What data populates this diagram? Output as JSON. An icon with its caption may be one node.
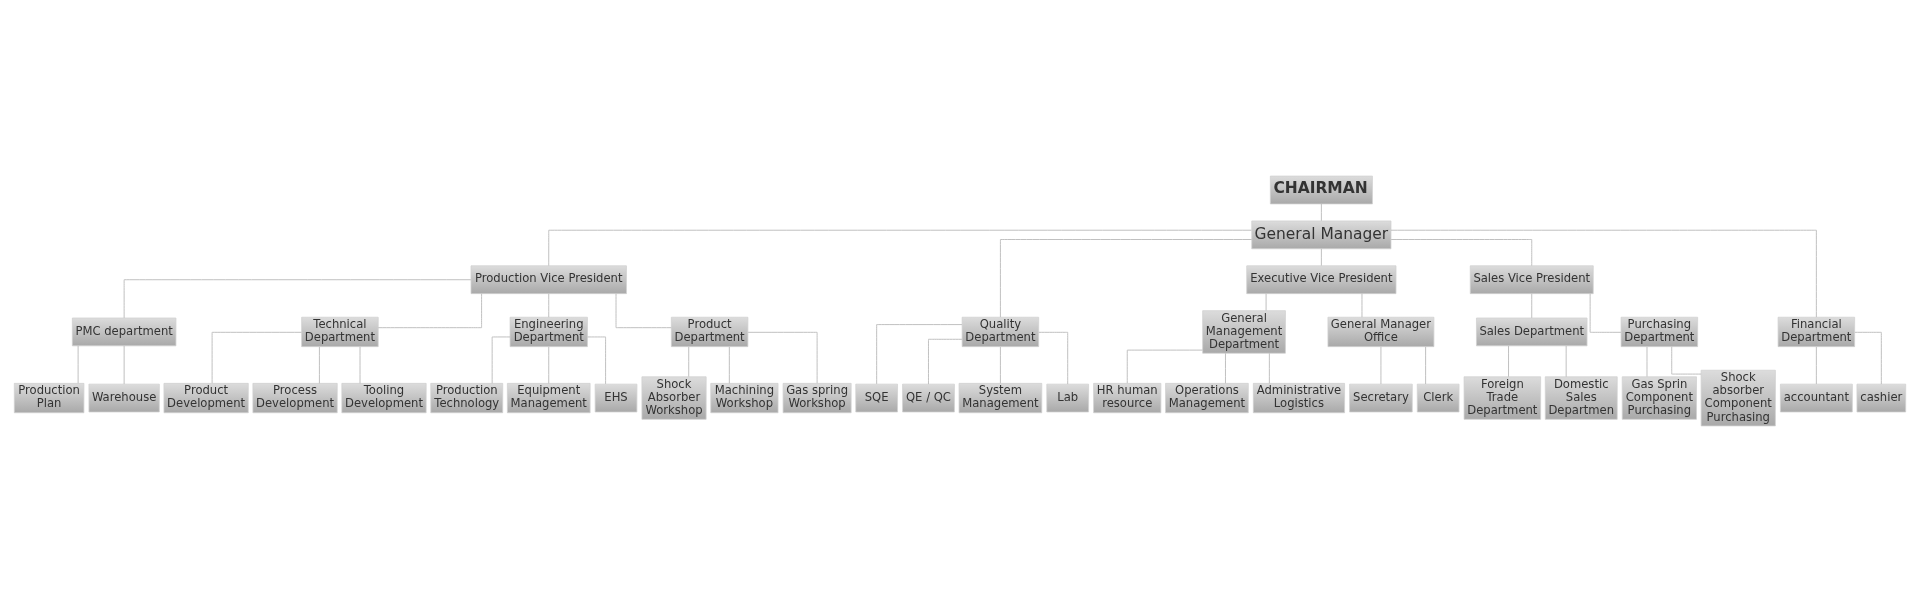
{
  "diagram": {
    "nodes": [
      {
        "text": [
          "CHAIRMAN"
        ]
      },
      {
        "text": [
          "General Manager"
        ]
      },
      {
        "text": [
          "Production Vice President"
        ]
      },
      {
        "text": [
          "Executive Vice President"
        ]
      },
      {
        "text": [
          "Sales Vice President"
        ]
      },
      {
        "text": [
          "PMC department"
        ]
      },
      {
        "text": [
          "Technical Department"
        ]
      },
      {
        "text": [
          "Engineering Department"
        ]
      },
      {
        "text": [
          "Product Department"
        ]
      },
      {
        "text": [
          "Quality Department"
        ]
      },
      {
        "text": [
          "General Management Department"
        ]
      },
      {
        "text": [
          "General Manager Office"
        ]
      },
      {
        "text": [
          "Sales Department"
        ]
      },
      {
        "text": [
          "Purchasing Department"
        ]
      },
      {
        "text": [
          "Financial Department"
        ]
      },
      {
        "text": [
          "Production Plan"
        ]
      },
      {
        "text": [
          "Warehouse"
        ]
      },
      {
        "text": [
          "Product Development"
        ]
      },
      {
        "text": [
          "Process Development"
        ]
      },
      {
        "text": [
          "Tooling Development"
        ]
      },
      {
        "text": [
          "Production Technology"
        ]
      },
      {
        "text": [
          "Equipment Management"
        ]
      },
      {
        "text": [
          "EHS"
        ]
      },
      {
        "text": [
          "Shock Absorber Workshop"
        ]
      },
      {
        "text": [
          "Machining Workshop"
        ]
      },
      {
        "text": [
          "Gas spring Workshop"
        ]
      },
      {
        "text": [
          "SQE"
        ]
      },
      {
        "text": [
          "QE / QC"
        ]
      },
      {
        "text": [
          "System Management"
        ]
      },
      {
        "text": [
          "Lab"
        ]
      },
      {
        "text": [
          "HR human resource"
        ]
      },
      {
        "text": [
          "Operations Management"
        ]
      },
      {
        "text": [
          "Administrative Logistics"
        ]
      },
      {
        "text": [
          "Secretary"
        ]
      },
      {
        "text": [
          "Clerk"
        ]
      },
      {
        "text": [
          "Foreign Trade Department"
        ]
      },
      {
        "text": [
          "Domestic Sales Departmen"
        ]
      },
      {
        "text": [
          "Gas Sprin Component Purchasing"
        ]
      },
      {
        "text": [
          "Shock absorber Component Purchasing"
        ]
      },
      {
        "text": [
          "accountant"
        ]
      },
      {
        "text": [
          "cashier"
        ]
      }
    ],
    "edges": [
      {
        "from": 0,
        "to": 1,
        "arrow": "none"
      },
      {
        "from": 1,
        "to": 2,
        "arrow": "none"
      },
      {
        "from": 1,
        "to": 9,
        "arrow": "none"
      },
      {
        "from": 1,
        "to": 3,
        "arrow": "none"
      },
      {
        "from": 1,
        "to": 4,
        "arrow": "none"
      },
      {
        "from": 1,
        "to": 14,
        "arrow": "none"
      },
      {
        "from": 2,
        "to": 5,
        "arrow": "none"
      },
      {
        "from": 2,
        "to": 6,
        "arrow": "none"
      },
      {
        "from": 2,
        "to": 7,
        "arrow": "none"
      },
      {
        "from": 2,
        "to": 8,
        "arrow": "none"
      },
      {
        "from": 3,
        "to": 10,
        "arrow": "none"
      },
      {
        "from": 3,
        "to": 11,
        "arrow": "none"
      },
      {
        "from": 4,
        "to": 12,
        "arrow": "none"
      },
      {
        "from": 4,
        "to": 13,
        "arrow": "none"
      },
      {
        "from": 5,
        "to": 15,
        "arrow": "none"
      },
      {
        "from": 5,
        "to": 16,
        "arrow": "none"
      },
      {
        "from": 6,
        "to": 17,
        "arrow": "none"
      },
      {
        "from": 6,
        "to": 18,
        "arrow": "none"
      },
      {
        "from": 6,
        "to": 19,
        "arrow": "none"
      },
      {
        "from": 7,
        "to": 20,
        "arrow": "none"
      },
      {
        "from": 7,
        "to": 21,
        "arrow": "none"
      },
      {
        "from": 7,
        "to": 22,
        "arrow": "none"
      },
      {
        "from": 8,
        "to": 23,
        "arrow": "none"
      },
      {
        "from": 8,
        "to": 24,
        "arrow": "none"
      },
      {
        "from": 8,
        "to": 25,
        "arrow": "none"
      },
      {
        "from": 9,
        "to": 26,
        "arrow": "none"
      },
      {
        "from": 9,
        "to": 27,
        "arrow": "none"
      },
      {
        "from": 9,
        "to": 28,
        "arrow": "none"
      },
      {
        "from": 9,
        "to": 29,
        "arrow": "none"
      },
      {
        "from": 10,
        "to": 30,
        "arrow": "none"
      },
      {
        "from": 10,
        "to": 31,
        "arrow": "none"
      },
      {
        "from": 10,
        "to": 32,
        "arrow": "none"
      },
      {
        "from": 11,
        "to": 33,
        "arrow": "none"
      },
      {
        "from": 11,
        "to": 34,
        "arrow": "none"
      },
      {
        "from": 12,
        "to": 35,
        "arrow": "none"
      },
      {
        "from": 12,
        "to": 36,
        "arrow": "none"
      },
      {
        "from": 13,
        "to": 37,
        "arrow": "none"
      },
      {
        "from": 13,
        "to": 38,
        "arrow": "none"
      },
      {
        "from": 14,
        "to": 39,
        "arrow": "none"
      },
      {
        "from": 14,
        "to": 40,
        "arrow": "none"
      }
    ]
  }
}
